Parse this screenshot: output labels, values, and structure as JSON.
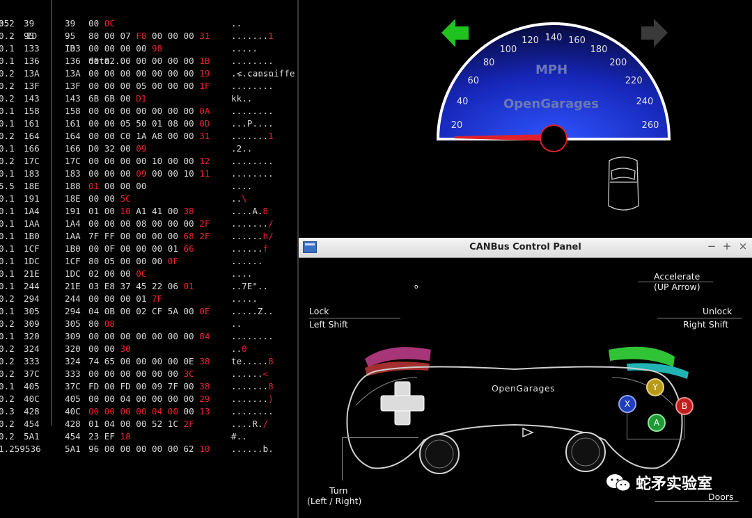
{
  "terminal": {
    "header": {
      "a": "35",
      "b": "ID",
      "c": "ID",
      "d": "data ...",
      "e": "< cansniffe"
    },
    "rows": [
      {
        "a": "0.2",
        "b": "39",
        "c": "39",
        "d": [
          {
            "t": "00 "
          },
          {
            "t": "0C",
            "r": true
          }
        ],
        "e": [
          {
            "t": ".."
          }
        ]
      },
      {
        "a": "0.2",
        "b": "95",
        "c": "95",
        "d": [
          {
            "t": "80 00 07 "
          },
          {
            "t": "F8",
            "r": true
          },
          {
            "t": " 00 00 00 "
          },
          {
            "t": "31",
            "r": true
          }
        ],
        "e": [
          {
            "t": "......."
          },
          {
            "t": "1",
            "r": true
          }
        ]
      },
      {
        "a": "0.1",
        "b": "133",
        "c": "133",
        "d": [
          {
            "t": "00 00 00 00 "
          },
          {
            "t": "98",
            "r": true
          }
        ],
        "e": [
          {
            "t": "....."
          }
        ]
      },
      {
        "a": "0.1",
        "b": "136",
        "c": "136",
        "d": [
          {
            "t": "00 02 00 00 00 00 00 "
          },
          {
            "t": "1B",
            "r": true
          }
        ],
        "e": [
          {
            "t": "........"
          }
        ]
      },
      {
        "a": "0.2",
        "b": "13A",
        "c": "13A",
        "d": [
          {
            "t": "00 00 00 00 00 00 00 "
          },
          {
            "t": "19",
            "r": true
          }
        ],
        "e": [
          {
            "t": "........"
          }
        ]
      },
      {
        "a": "0.2",
        "b": "13F",
        "c": "13F",
        "d": [
          {
            "t": "00 00 00 05 00 00 00 "
          },
          {
            "t": "1F",
            "r": true
          }
        ],
        "e": [
          {
            "t": "........"
          }
        ]
      },
      {
        "a": "0.2",
        "b": "143",
        "c": "143",
        "d": [
          {
            "t": "6B 6B 00 "
          },
          {
            "t": "D1",
            "r": true
          }
        ],
        "e": [
          {
            "t": "kk.."
          }
        ]
      },
      {
        "a": "0.1",
        "b": "158",
        "c": "158",
        "d": [
          {
            "t": "00 00 00 00 00 00 00 "
          },
          {
            "t": "0A",
            "r": true
          }
        ],
        "e": [
          {
            "t": "........"
          }
        ]
      },
      {
        "a": "0.1",
        "b": "161",
        "c": "161",
        "d": [
          {
            "t": "00 00 05 50 01 08 00 "
          },
          {
            "t": "0D",
            "r": true
          }
        ],
        "e": [
          {
            "t": "...P...."
          }
        ]
      },
      {
        "a": "0.2",
        "b": "164",
        "c": "164",
        "d": [
          {
            "t": "00 00 C0 1A A8 00 00 "
          },
          {
            "t": "31",
            "r": true
          }
        ],
        "e": [
          {
            "t": "......."
          },
          {
            "t": "1",
            "r": true
          }
        ]
      },
      {
        "a": "0.1",
        "b": "166",
        "c": "166",
        "d": [
          {
            "t": "D0 32 00 "
          },
          {
            "t": "09",
            "r": true
          }
        ],
        "e": [
          {
            "t": ".2.."
          }
        ]
      },
      {
        "a": "0.2",
        "b": "17C",
        "c": "17C",
        "d": [
          {
            "t": "00 00 00 00 10 00 00 "
          },
          {
            "t": "12",
            "r": true
          }
        ],
        "e": [
          {
            "t": "........"
          }
        ]
      },
      {
        "a": "0.1",
        "b": "183",
        "c": "183",
        "d": [
          {
            "t": "00 00 00 "
          },
          {
            "t": "09",
            "r": true
          },
          {
            "t": " 00 00 10 "
          },
          {
            "t": "11",
            "r": true
          }
        ],
        "e": [
          {
            "t": "........"
          }
        ]
      },
      {
        "a": "5.5",
        "b": "18E",
        "c": "188",
        "d": [
          {
            "t": "01",
            "r": true
          },
          {
            "t": " 00 00 00"
          }
        ],
        "e": [
          {
            "t": "...."
          }
        ]
      },
      {
        "a": "0.1",
        "b": "191",
        "c": "18E",
        "d": [
          {
            "t": "00 00 "
          },
          {
            "t": "5C",
            "r": true
          }
        ],
        "e": [
          {
            "t": ".."
          },
          {
            "t": "\\",
            "r": true
          }
        ]
      },
      {
        "a": "0.1",
        "b": "1A4",
        "c": "191",
        "d": [
          {
            "t": "01 00 "
          },
          {
            "t": "10",
            "r": true
          },
          {
            "t": " A1 41 00 "
          },
          {
            "t": "38",
            "r": true
          }
        ],
        "e": [
          {
            "t": "....A."
          },
          {
            "t": "8",
            "r": true
          }
        ]
      },
      {
        "a": "0.1",
        "b": "1AA",
        "c": "1A4",
        "d": [
          {
            "t": "00 00 00 08 00 00 00 "
          },
          {
            "t": "2F",
            "r": true
          }
        ],
        "e": [
          {
            "t": "......."
          },
          {
            "t": "/",
            "r": true
          }
        ]
      },
      {
        "a": "0.1",
        "b": "1B0",
        "c": "1AA",
        "d": [
          {
            "t": "7F FF 00 00 00 00 "
          },
          {
            "t": "68 2F",
            "r": true
          }
        ],
        "e": [
          {
            "t": "......"
          },
          {
            "t": "h/",
            "r": true
          }
        ]
      },
      {
        "a": "0.1",
        "b": "1CF",
        "c": "1B0",
        "d": [
          {
            "t": "00 0F 00 00 00 01 "
          },
          {
            "t": "66",
            "r": true
          }
        ],
        "e": [
          {
            "t": "......"
          },
          {
            "t": "f",
            "r": true
          }
        ]
      },
      {
        "a": "0.1",
        "b": "1DC",
        "c": "1CF",
        "d": [
          {
            "t": "80 05 00 00 00 "
          },
          {
            "t": "0F",
            "r": true
          }
        ],
        "e": [
          {
            "t": "......"
          }
        ]
      },
      {
        "a": "0.1",
        "b": "21E",
        "c": "1DC",
        "d": [
          {
            "t": "02 00 00 "
          },
          {
            "t": "0C",
            "r": true
          }
        ],
        "e": [
          {
            "t": "...."
          }
        ]
      },
      {
        "a": "0.1",
        "b": "244",
        "c": "21E",
        "d": [
          {
            "t": "03 E8 37 45 22 06 "
          },
          {
            "t": "01",
            "r": true
          }
        ],
        "e": [
          {
            "t": "..7E\".."
          }
        ]
      },
      {
        "a": "0.2",
        "b": "294",
        "c": "244",
        "d": [
          {
            "t": "00 00 00 01 "
          },
          {
            "t": "7F",
            "r": true
          }
        ],
        "e": [
          {
            "t": "....."
          }
        ]
      },
      {
        "a": "0.1",
        "b": "305",
        "c": "294",
        "d": [
          {
            "t": "04 0B 00 02 CF 5A 00 "
          },
          {
            "t": "0E",
            "r": true
          }
        ],
        "e": [
          {
            "t": ".....Z.."
          }
        ]
      },
      {
        "a": "0.2",
        "b": "309",
        "c": "305",
        "d": [
          {
            "t": "80 "
          },
          {
            "t": "08",
            "r": true
          }
        ],
        "e": [
          {
            "t": ".."
          }
        ]
      },
      {
        "a": "0.1",
        "b": "320",
        "c": "309",
        "d": [
          {
            "t": "00 00 00 00 00 00 00 "
          },
          {
            "t": "84",
            "r": true
          }
        ],
        "e": [
          {
            "t": "........"
          }
        ]
      },
      {
        "a": "0.2",
        "b": "324",
        "c": "320",
        "d": [
          {
            "t": "00 00 "
          },
          {
            "t": "30",
            "r": true
          }
        ],
        "e": [
          {
            "t": ".."
          },
          {
            "t": "0",
            "r": true
          }
        ]
      },
      {
        "a": "0.2",
        "b": "333",
        "c": "324",
        "d": [
          {
            "t": "74 65 00 00 00 00 0E "
          },
          {
            "t": "38",
            "r": true
          }
        ],
        "e": [
          {
            "t": "te....."
          },
          {
            "t": "8",
            "r": true
          }
        ]
      },
      {
        "a": "0.2",
        "b": "37C",
        "c": "333",
        "d": [
          {
            "t": "00 00 00 00 00 00 "
          },
          {
            "t": "3C",
            "r": true
          }
        ],
        "e": [
          {
            "t": "......"
          },
          {
            "t": "<",
            "r": true
          }
        ]
      },
      {
        "a": "0.1",
        "b": "405",
        "c": "37C",
        "d": [
          {
            "t": "FD 00 FD 00 09 7F 00 "
          },
          {
            "t": "38",
            "r": true
          }
        ],
        "e": [
          {
            "t": "......."
          },
          {
            "t": "8",
            "r": true
          }
        ]
      },
      {
        "a": "0.2",
        "b": "40C",
        "c": "405",
        "d": [
          {
            "t": "00 00 04 00 00 00 00 "
          },
          {
            "t": "29",
            "r": true
          }
        ],
        "e": [
          {
            "t": "......."
          },
          {
            "t": ")",
            "r": true
          }
        ]
      },
      {
        "a": "0.3",
        "b": "428",
        "c": "40C",
        "d": [
          {
            "t": "00 00 00 00 04 00",
            "r": true
          },
          {
            "t": " 00 "
          },
          {
            "t": "13",
            "r": true
          }
        ],
        "e": [
          {
            "t": "........"
          }
        ]
      },
      {
        "a": "0.2",
        "b": "454",
        "c": "428",
        "d": [
          {
            "t": "01 04 00 00 52 1C "
          },
          {
            "t": "2F",
            "r": true
          }
        ],
        "e": [
          {
            "t": "....R."
          },
          {
            "t": "/",
            "r": true
          }
        ]
      },
      {
        "a": "0.2",
        "b": "5A1",
        "c": "454",
        "d": [
          {
            "t": "23 EF "
          },
          {
            "t": "18",
            "r": true
          }
        ],
        "e": [
          {
            "t": "#.."
          }
        ]
      },
      {
        "a": "1.259536",
        "b": "",
        "c": "5A1",
        "d": [
          {
            "t": "96 00 00 00 00 00 62 "
          },
          {
            "t": "10",
            "r": true
          }
        ],
        "e": [
          {
            "t": "......b."
          }
        ]
      }
    ]
  },
  "speedometer": {
    "unit": "MPH",
    "brand": "OpenGarages",
    "ticks": [
      "20",
      "40",
      "60",
      "80",
      "100",
      "120",
      "140",
      "160",
      "180",
      "200",
      "220",
      "240",
      "260"
    ],
    "current_speed": 0,
    "left_arrow_color": "#1fc21f",
    "right_arrow_color": "#3a3a3a",
    "needle_color": "#e0202a",
    "dial_color": "#1a2fd0"
  },
  "window": {
    "title": "CANBus Control Panel",
    "buttons": {
      "minimize": "−",
      "maximize": "+",
      "close": "×"
    }
  },
  "controls": {
    "accelerate_title": "Accelerate",
    "accelerate_key": "(UP Arrow)",
    "lock_title": "Lock",
    "lock_key": "Left Shift",
    "unlock_title": "Unlock",
    "unlock_key": "Right Shift",
    "turn_title": "Turn",
    "turn_key": "(Left / Right)",
    "doors_title": "Doors",
    "pad_brand": "OpenGarages",
    "buttons": {
      "x": "X",
      "y": "Y",
      "a": "A",
      "b": "B"
    }
  },
  "watermark": {
    "text": "蛇矛实验室"
  }
}
